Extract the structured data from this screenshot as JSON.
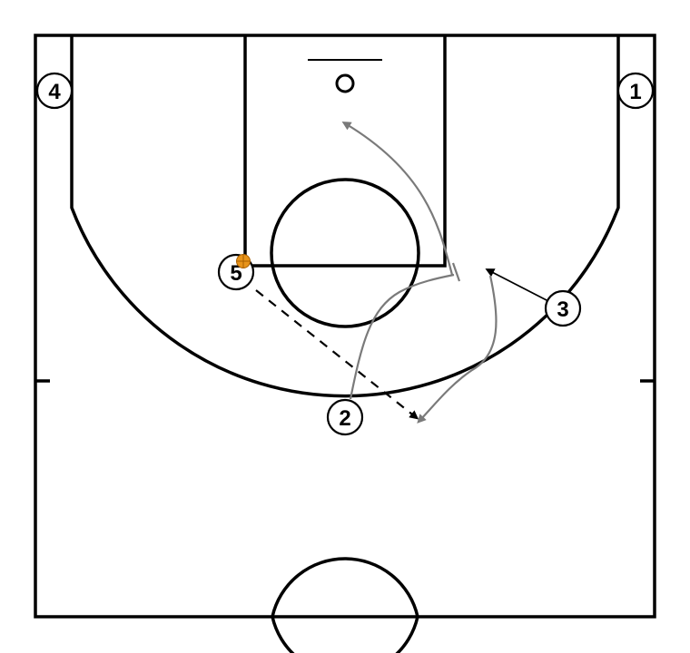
{
  "diagram": {
    "court_line_color": "#000000",
    "background_color": "#ffffff",
    "movement_color": "#7a7a7a",
    "ball_color": "#e8941a",
    "players": [
      {
        "id": "p1",
        "label": "1"
      },
      {
        "id": "p2",
        "label": "2"
      },
      {
        "id": "p3",
        "label": "3"
      },
      {
        "id": "p4",
        "label": "4"
      },
      {
        "id": "p5",
        "label": "5",
        "has_ball": true
      }
    ],
    "actions": [
      {
        "type": "pass",
        "from": "5",
        "to": "spot near 2"
      },
      {
        "type": "cut",
        "player": "2",
        "style": "curved, ends at screen"
      },
      {
        "type": "cut",
        "player": "2",
        "style": "curl to basket"
      },
      {
        "type": "cut",
        "player": "3",
        "style": "to wing"
      },
      {
        "type": "cut",
        "player": "3",
        "style": "curl toward pass spot"
      }
    ]
  }
}
